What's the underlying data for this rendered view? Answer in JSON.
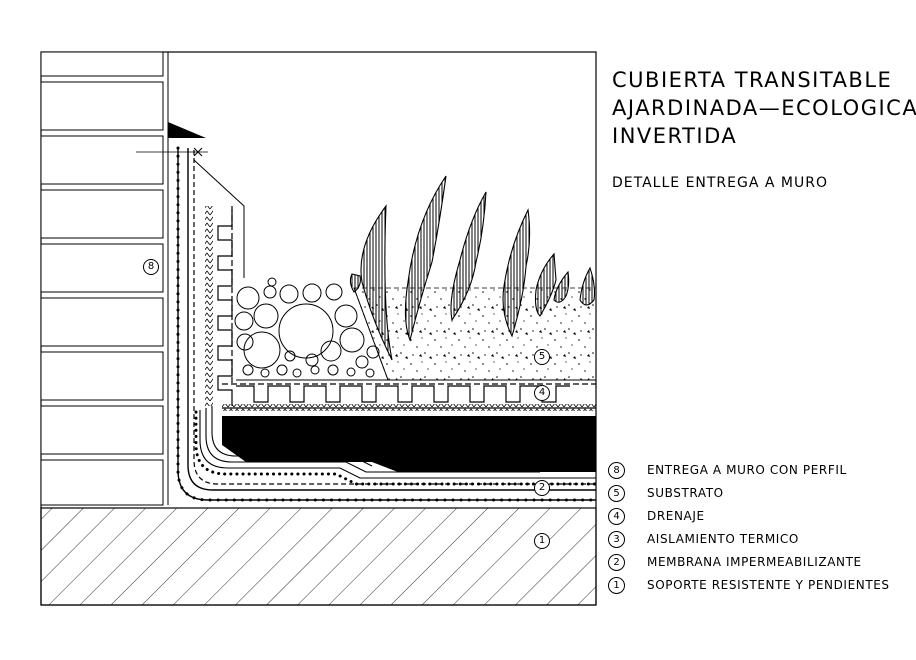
{
  "title_lines": [
    "CUBIERTA TRANSITABLE",
    "AJARDINADA—ECOLOGICA",
    "INVERTIDA"
  ],
  "subtitle": "DETALLE ENTREGA A MURO",
  "legend": [
    {
      "num": "8",
      "text": "ENTREGA A MURO CON PERFIL"
    },
    {
      "num": "5",
      "text": "SUBSTRATO"
    },
    {
      "num": "4",
      "text": "DRENAJE"
    },
    {
      "num": "3",
      "text": "AISLAMIENTO TERMICO"
    },
    {
      "num": "2",
      "text": "MEMBRANA IMPERMEABILIZANTE"
    },
    {
      "num": "1",
      "text": "SOPORTE RESISTENTE Y PENDIENTES"
    }
  ],
  "callouts": {
    "c8": "8",
    "c5": "5",
    "c4": "4",
    "c2": "2",
    "c1": "1"
  }
}
